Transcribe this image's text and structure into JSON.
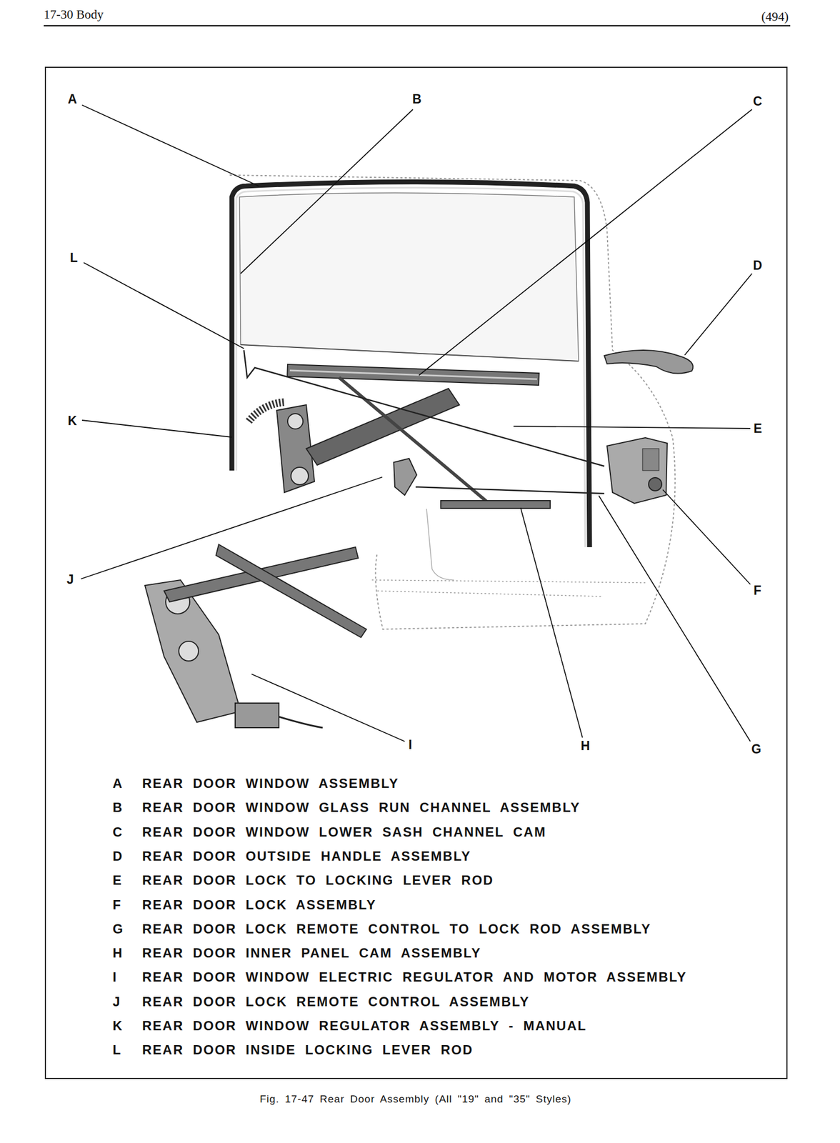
{
  "diagram": {
    "caption": "Fig. 17-47 Rear Door Assembly (All \"19\" and \"35\" Styles)",
    "labels": [
      "17-30 Body",
      "(494)",
      "A",
      "B",
      "C",
      "D",
      "E",
      "F",
      "G",
      "H",
      "I",
      "J",
      "K",
      "L",
      "A",
      "REAR DOOR WINDOW ASSEMBLY",
      "B",
      "REAR DOOR WINDOW GLASS RUN CHANNEL ASSEMBLY",
      "C",
      "REAR DOOR WINDOW LOWER SASH CHANNEL CAM",
      "D",
      "REAR DOOR OUTSIDE HANDLE ASSEMBLY",
      "E",
      "REAR DOOR LOCK TO LOCKING LEVER ROD",
      "F",
      "REAR DOOR LOCK ASSEMBLY",
      "G",
      "REAR DOOR LOCK REMOTE CONTROL TO LOCK ROD ASSEMBLY",
      "H",
      "REAR DOOR INNER PANEL CAM ASSEMBLY",
      "I",
      "REAR DOOR WINDOW ELECTRIC REGULATOR AND MOTOR ASSEMBLY",
      "J",
      "REAR DOOR LOCK REMOTE CONTROL ASSEMBLY",
      "K",
      "REAR DOOR WINDOW REGULATOR ASSEMBLY - MANUAL",
      "L",
      "REAR DOOR INSIDE LOCKING LEVER ROD"
    ]
  }
}
